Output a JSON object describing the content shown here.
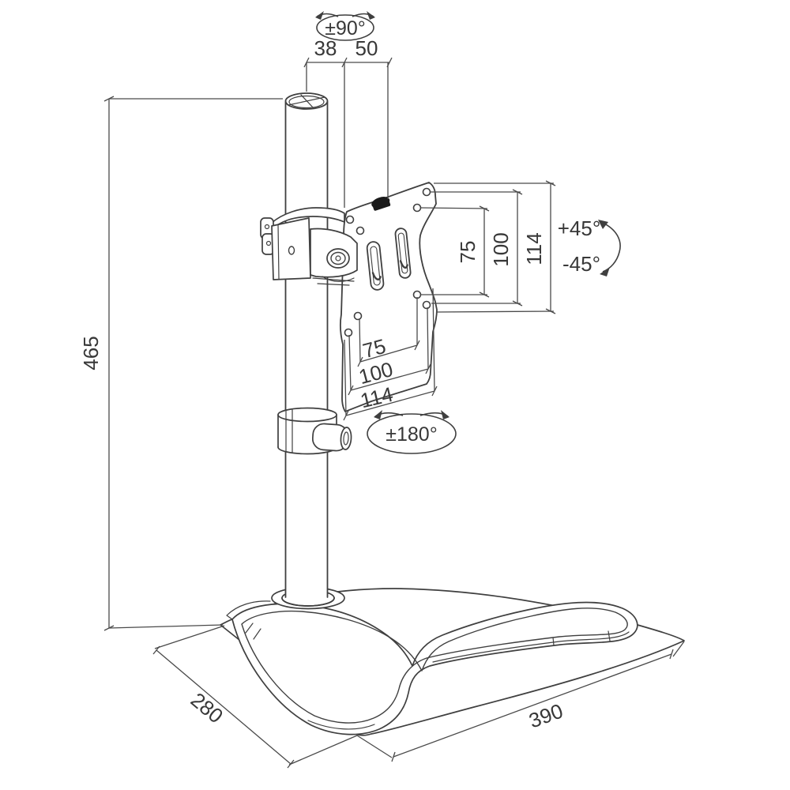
{
  "drawing": {
    "type": "technical-dimension-drawing",
    "subject": "Freestanding single monitor desk stand with VESA mounting plate",
    "line_color": "#3f3f3f",
    "background": "#ffffff",
    "units_shown": "mm (implied)"
  },
  "labels": {
    "top_seg_left": "38",
    "top_seg_right": "50",
    "pole_rotation": "±90°",
    "height": "465",
    "vesa_right_inner": "75",
    "vesa_right_mid": "100",
    "vesa_right_outer": "114",
    "vesa_bottom_inner": "75",
    "vesa_bottom_mid": "100",
    "vesa_bottom_outer": "114",
    "plate_rotation": "±180°",
    "tilt_up": "+45°",
    "tilt_down": "-45°",
    "base_depth": "280",
    "base_width": "390"
  }
}
